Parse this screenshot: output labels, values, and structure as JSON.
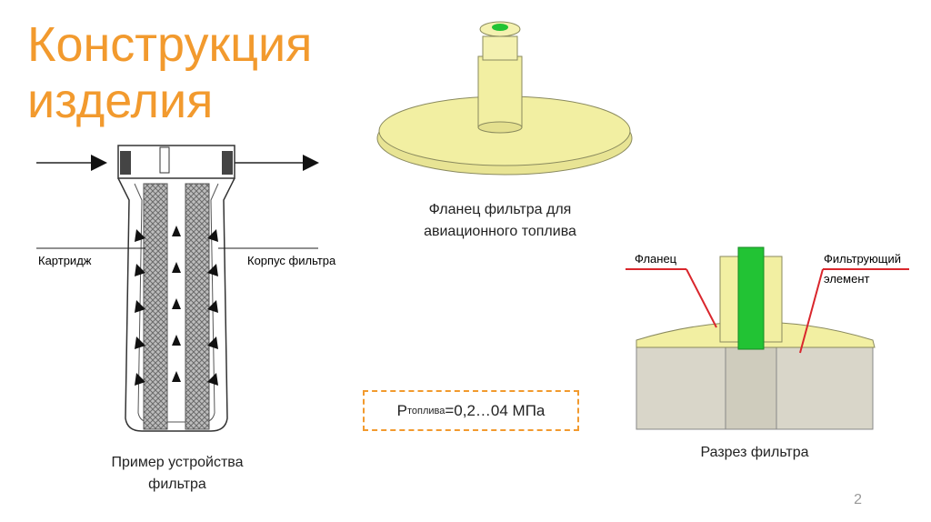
{
  "slide": {
    "title_line1": "Конструкция",
    "title_line2": "изделия",
    "page_number": "2"
  },
  "schematic": {
    "label_cartridge": "Картридж",
    "label_housing": "Корпус фильтра",
    "caption_line1": "Пример устройства",
    "caption_line2": "фильтра"
  },
  "flange": {
    "caption_line1": "Фланец фильтра для",
    "caption_line2": "авиационного топлива"
  },
  "section": {
    "label_flange": "Фланец",
    "label_element_line1": "Фильтрующий",
    "label_element_line2": "элемент",
    "caption": "Разрез фильтра"
  },
  "pressure": {
    "symbol": "P",
    "subscript": "топлива",
    "value": "=0,2…04 МПа"
  },
  "colors": {
    "title": "#f29a2e",
    "flange_yellow": "#f2efa2",
    "core_green": "#22c334",
    "callout_red": "#d9262c",
    "element_beige": "#d9d6c9"
  }
}
